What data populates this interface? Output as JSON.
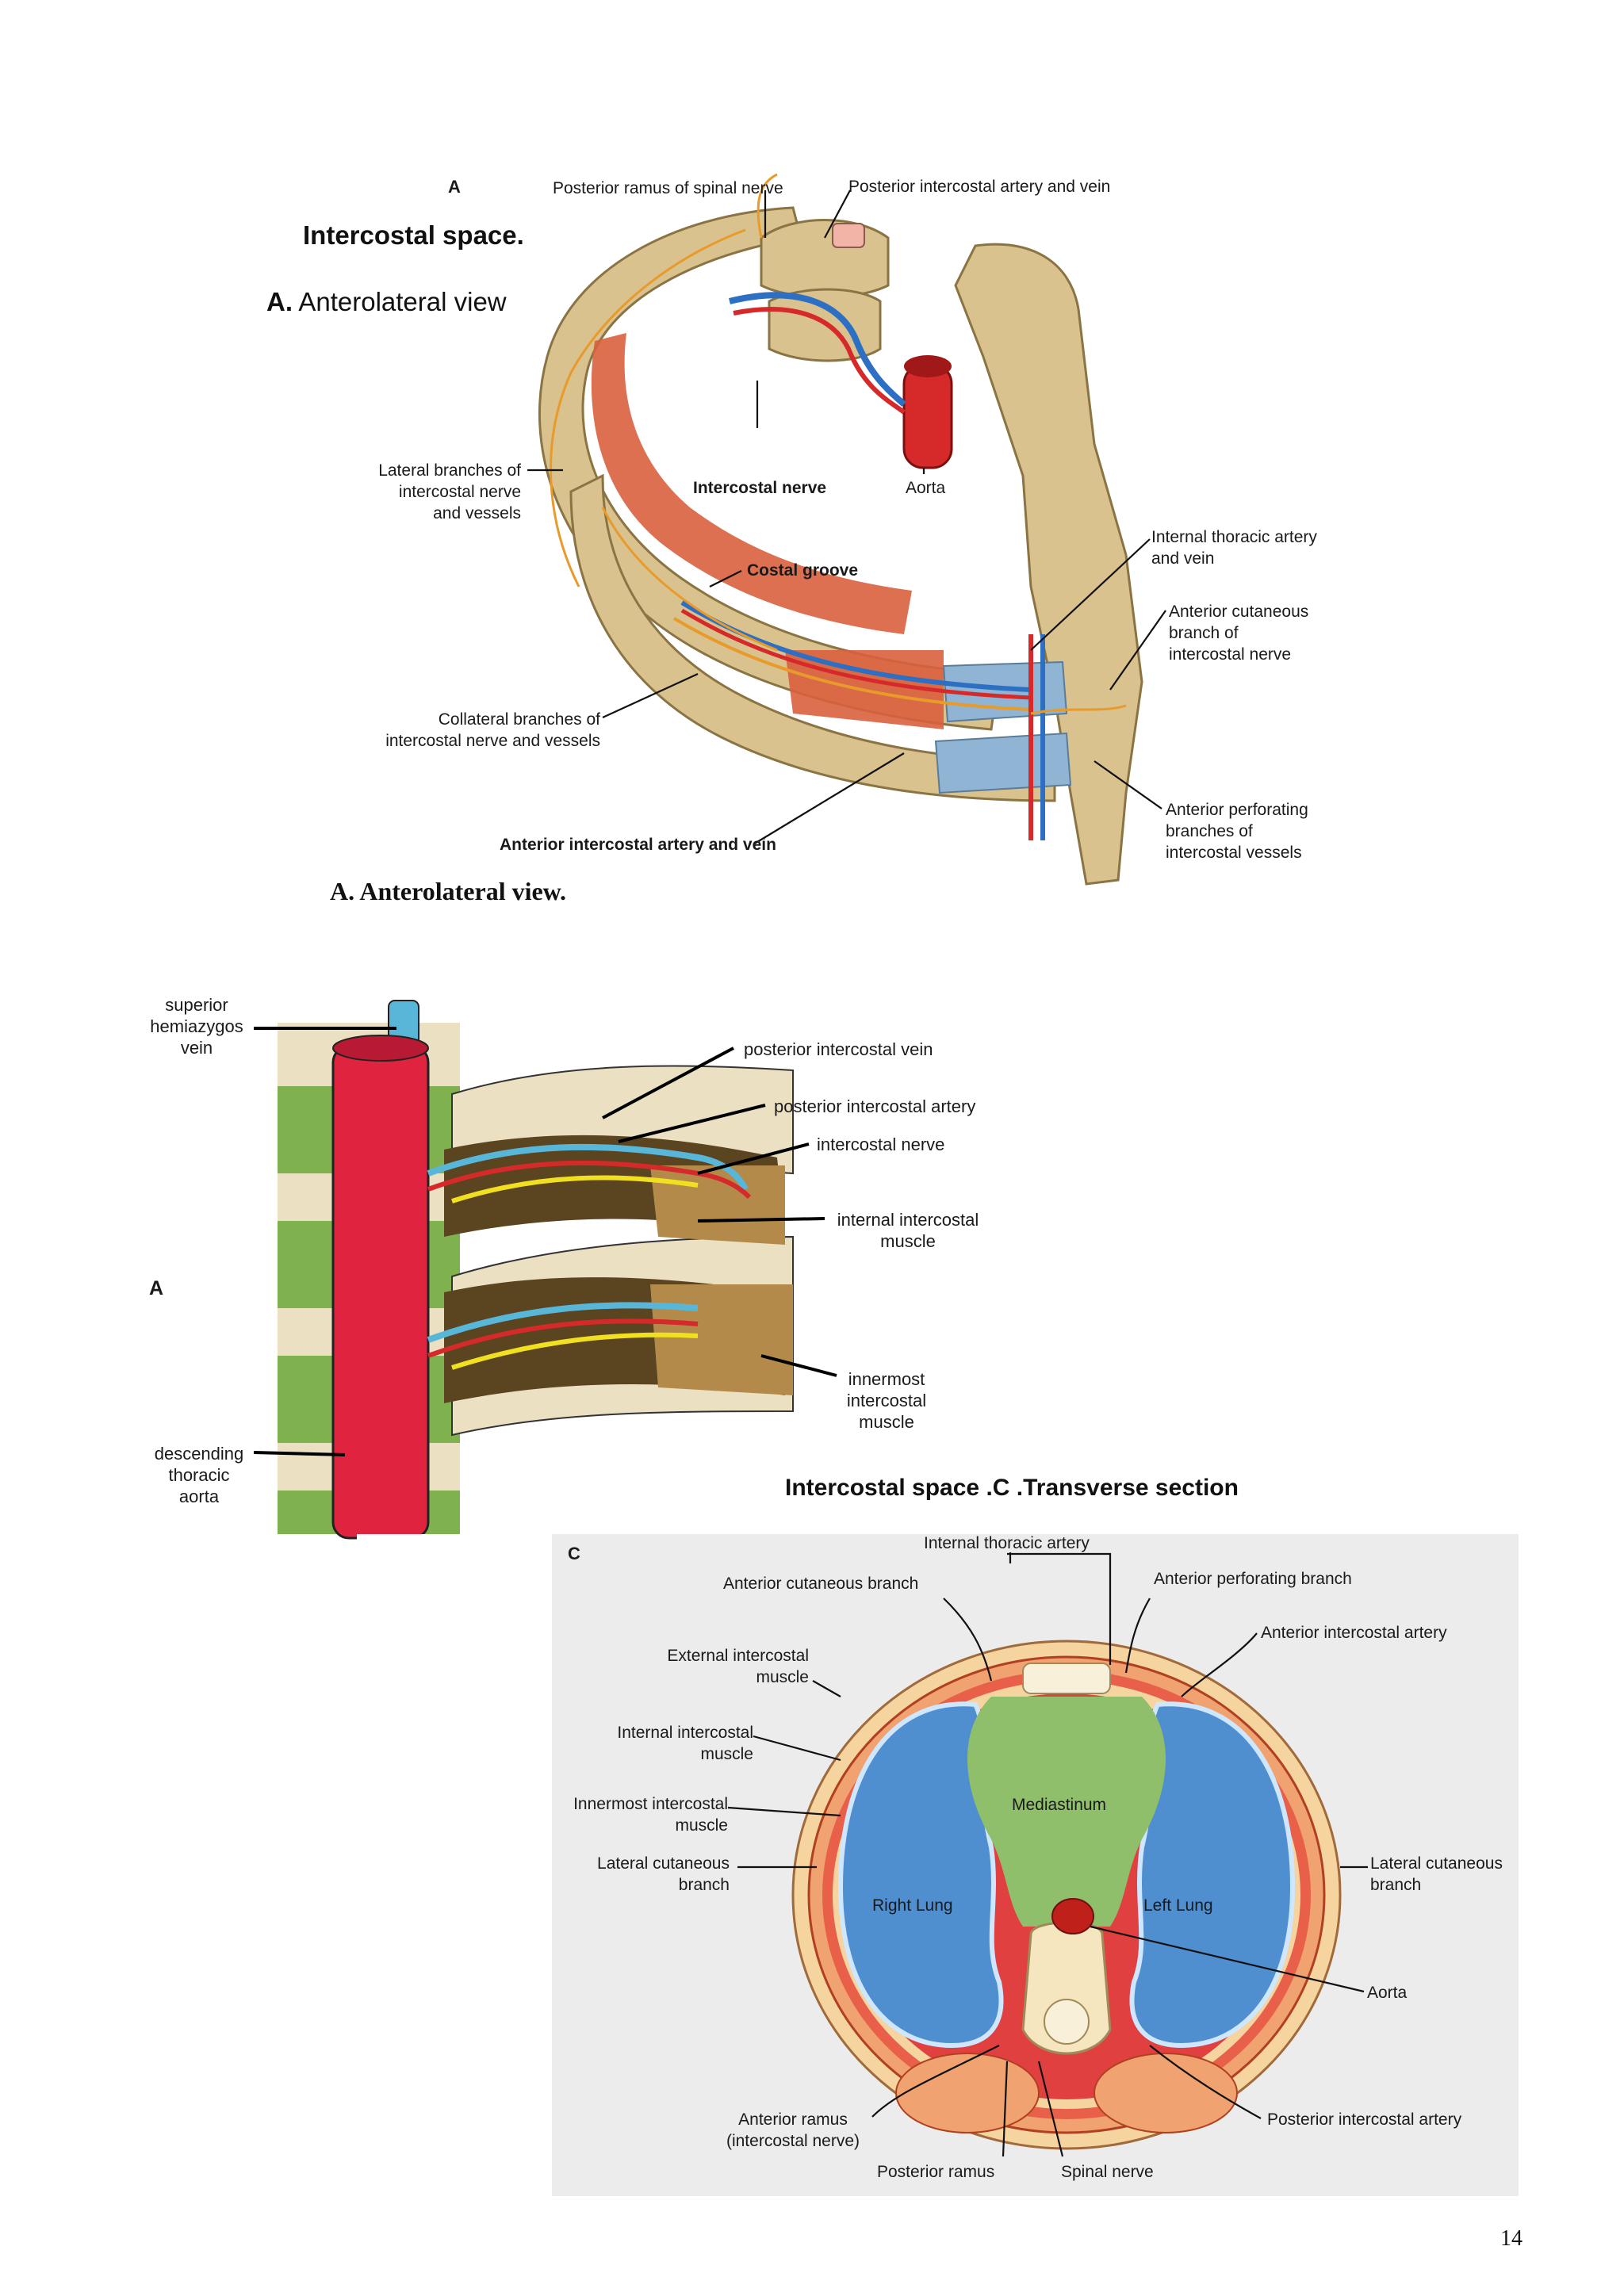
{
  "figure1": {
    "panel_letter": "A",
    "title": "Intercostal space.",
    "subtitle_letter": "A.",
    "subtitle_text": " Anterolateral view",
    "caption": "A.  Anterolateral view.",
    "labels": {
      "posterior_ramus": "Posterior ramus of spinal nerve",
      "posterior_artery_vein": "Posterior intercostal artery and vein",
      "lateral_branches": [
        "Lateral branches of",
        "intercostal nerve",
        "and vessels"
      ],
      "intercostal_nerve": "Intercostal nerve",
      "aorta": "Aorta",
      "costal_groove": "Costal groove",
      "internal_thoracic": [
        "Internal thoracic artery",
        "and vein"
      ],
      "anterior_cutaneous": [
        "Anterior cutaneous",
        "branch of",
        "intercostal nerve"
      ],
      "collateral_branches": [
        "Collateral branches of",
        "intercostal nerve and vessels"
      ],
      "anterior_perforating": [
        "Anterior perforating",
        "branches of",
        "intercostal vessels"
      ],
      "anterior_artery_vein": "Anterior intercostal artery and vein"
    }
  },
  "figure2": {
    "panel_letter": "A",
    "labels": {
      "superior_hemiazygos": [
        "superior",
        "hemiazygos",
        "vein"
      ],
      "posterior_vein": "posterior intercostal vein",
      "posterior_artery": "posterior intercostal artery",
      "intercostal_nerve": "intercostal nerve",
      "internal_muscle": [
        "internal intercostal",
        "muscle"
      ],
      "innermost_muscle": [
        "innermost",
        "intercostal",
        "muscle"
      ],
      "descending_aorta": [
        "descending",
        "thoracic",
        "aorta"
      ]
    }
  },
  "figure3": {
    "title": "Intercostal space .C .Transverse section",
    "panel_letter": "C",
    "labels": {
      "internal_thoracic_artery": "Internal thoracic artery",
      "anterior_cutaneous": "Anterior cutaneous branch",
      "anterior_perforating": "Anterior perforating branch",
      "anterior_intercostal_artery": "Anterior intercostal artery",
      "external_muscle": [
        "External intercostal",
        "muscle"
      ],
      "internal_muscle": [
        "Internal intercostal",
        "muscle"
      ],
      "innermost_muscle": [
        "Innermost intercostal",
        "muscle"
      ],
      "lateral_cutaneous_left": [
        "Lateral cutaneous",
        "branch"
      ],
      "lateral_cutaneous_right": [
        "Lateral cutaneous",
        "branch"
      ],
      "mediastinum": "Mediastinum",
      "right_lung": "Right Lung",
      "left_lung": "Left Lung",
      "aorta": "Aorta",
      "anterior_ramus": [
        "Anterior ramus",
        "(intercostal nerve)"
      ],
      "posterior_ramus": "Posterior ramus",
      "spinal_nerve": "Spinal nerve",
      "posterior_intercostal_artery": "Posterior intercostal artery"
    }
  },
  "page_number": "14",
  "colors": {
    "bone": "#d9c28e",
    "muscle": "#d8603d",
    "artery": "#d62a2a",
    "vein": "#2d6fc2",
    "nerve": "#e89a2a",
    "aorta_red": "#e0243f",
    "lung_blue": "#4f8fd0",
    "mediastinum_green": "#8fbf6a",
    "cartilage_blue": "#8fb4d4"
  }
}
